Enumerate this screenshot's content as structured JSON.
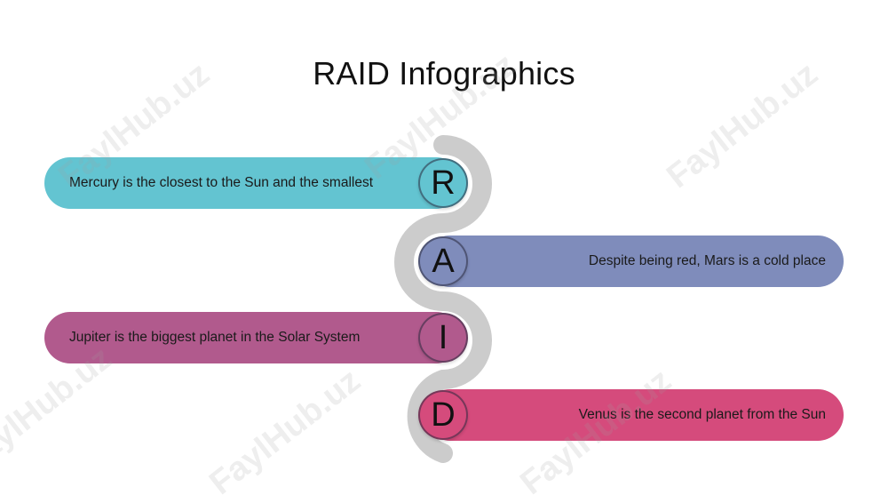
{
  "title": "RAID Infographics",
  "colors": {
    "snake": "#cccccc",
    "R": "#63c4d1",
    "A": "#7f8cbb",
    "I": "#b15a8d",
    "D": "#d54b7c"
  },
  "items": [
    {
      "letter": "R",
      "text": "Mercury is the closest to the Sun and the smallest"
    },
    {
      "letter": "A",
      "text": "Despite being red, Mars is a cold place"
    },
    {
      "letter": "I",
      "text": "Jupiter is the biggest planet in the Solar System"
    },
    {
      "letter": "D",
      "text": "Venus is the second planet from the Sun"
    }
  ],
  "watermark": "FaylHub.uz"
}
